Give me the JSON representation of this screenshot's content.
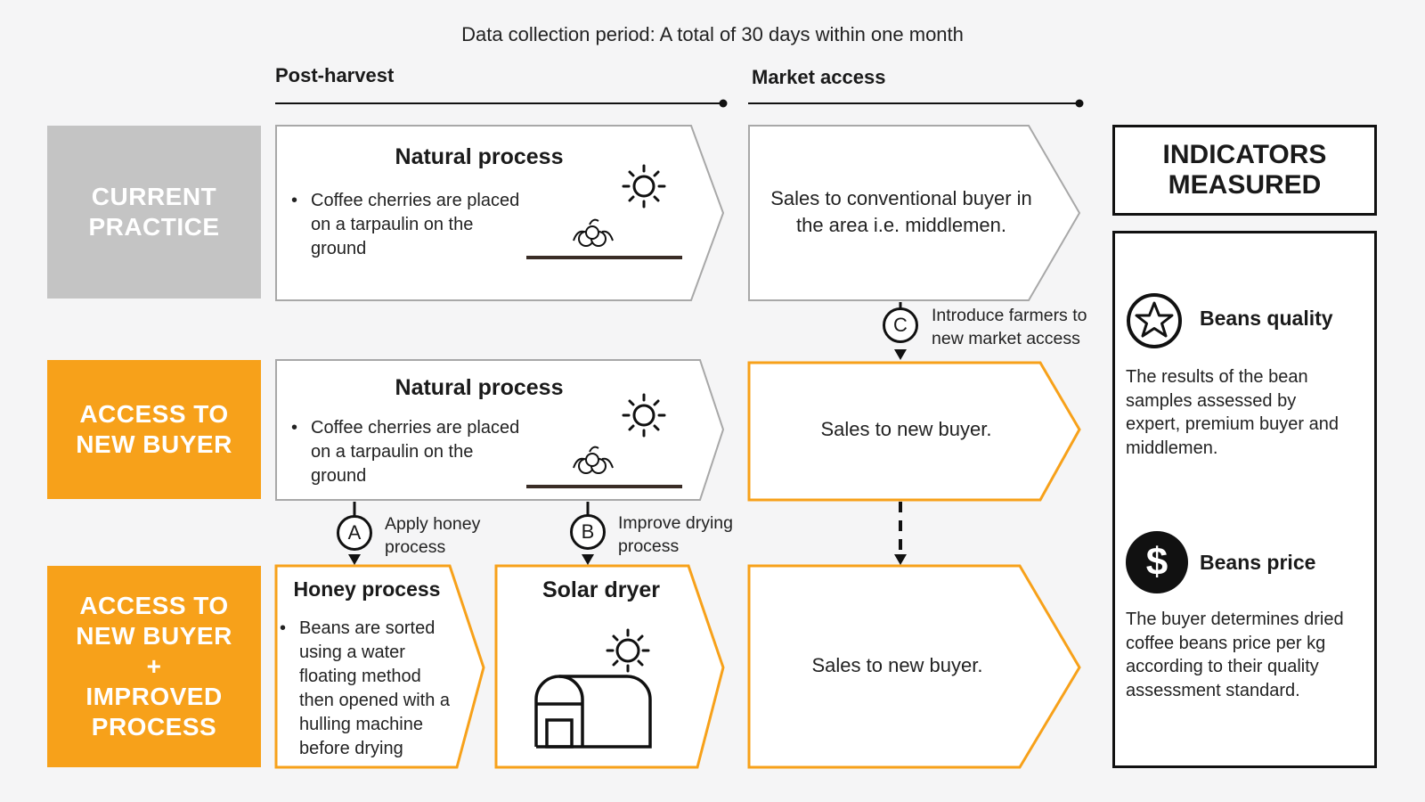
{
  "header": {
    "period": "Data collection period: A total of 30 days within one month"
  },
  "phases": {
    "post_harvest": "Post-harvest",
    "market_access": "Market access"
  },
  "rows": {
    "current": {
      "label": "CURRENT\nPRACTICE",
      "color": "#c4c4c4"
    },
    "new_buyer": {
      "label": "ACCESS TO\nNEW BUYER",
      "color": "#f7a11a"
    },
    "improved": {
      "label": "ACCESS TO\nNEW BUYER\n+\nIMPROVED\nPROCESS",
      "color": "#f7a11a"
    }
  },
  "boxes": {
    "natural_1": {
      "title": "Natural process",
      "bullet": "Coffee cherries are placed on a tarpaulin on the ground"
    },
    "sales_conventional": {
      "text": "Sales to conventional buyer in the area i.e. middlemen."
    },
    "natural_2": {
      "title": "Natural process",
      "bullet": "Coffee cherries are placed on a tarpaulin on the ground"
    },
    "sales_new_1": {
      "text": "Sales to new buyer."
    },
    "honey": {
      "title": "Honey process",
      "bullet": "Beans are sorted using a water floating method then opened with a hulling machine before drying"
    },
    "solar": {
      "title": "Solar dryer"
    },
    "sales_new_2": {
      "text": "Sales to new buyer."
    }
  },
  "connectors": {
    "a": {
      "letter": "A",
      "label": "Apply honey process"
    },
    "b": {
      "letter": "B",
      "label": "Improve drying process"
    },
    "c": {
      "letter": "C",
      "label": "Introduce farmers to new market access"
    }
  },
  "indicators": {
    "heading": "INDICATORS\nMEASURED",
    "quality": {
      "icon": "star-icon",
      "title": "Beans quality",
      "desc": "The results of the bean samples assessed by expert, premium buyer and middlemen."
    },
    "price": {
      "icon": "dollar-icon",
      "symbol": "$",
      "title": "Beans price",
      "desc": "The buyer determines dried coffee beans price per kg according to their quality assessment standard."
    }
  },
  "colors": {
    "orange": "#f7a11a",
    "grey_outline": "#a8a8a8",
    "dark": "#111111"
  },
  "bullet_symbol": "•"
}
